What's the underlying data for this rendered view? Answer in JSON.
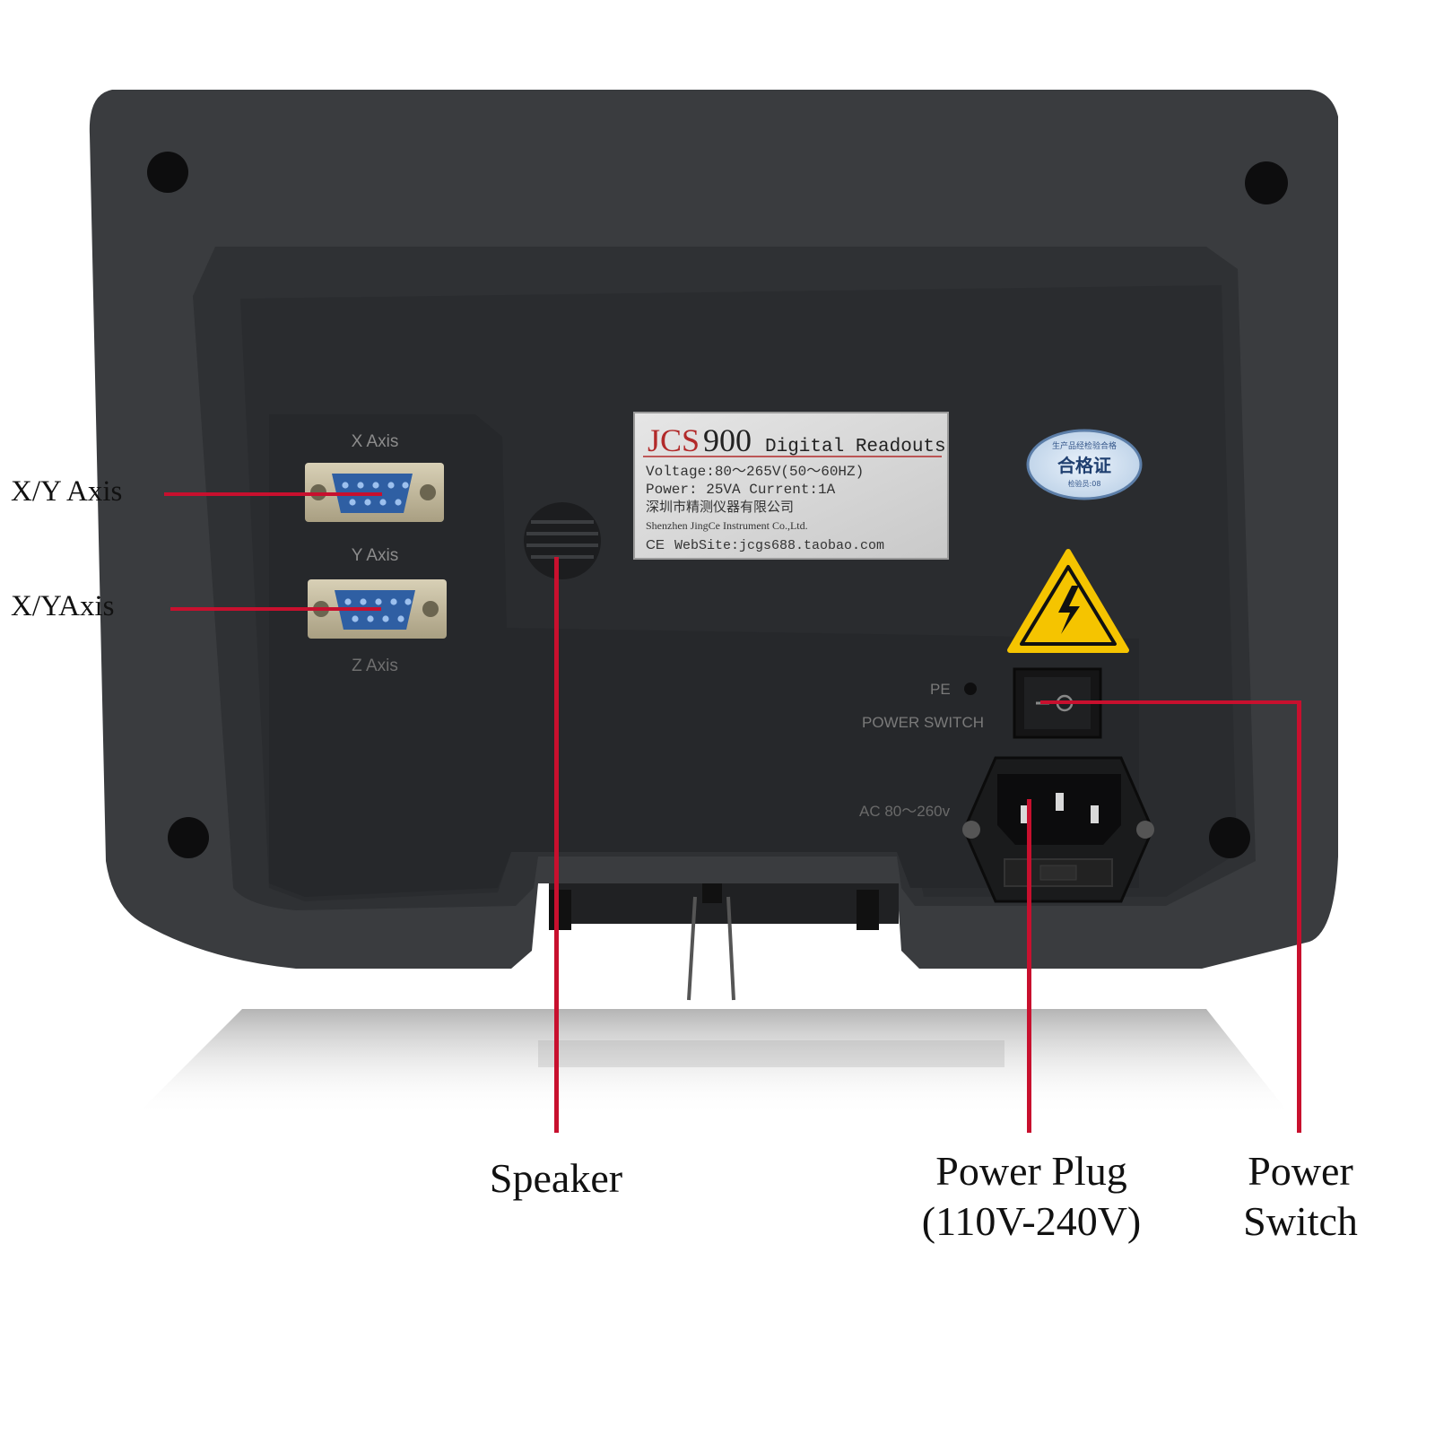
{
  "device": {
    "nameplate": {
      "model_prefix": "JCS",
      "model_number": "900",
      "product": "Digital Readouts",
      "voltage": "Voltage:80～265V(50～60HZ)",
      "power": "Power: 25VA  Current:1A",
      "company_cn": "深圳市精测仪器有限公司",
      "company_en": "Shenzhen JingCe Instrument Co.,Ltd.",
      "ce_mark": "CE",
      "website": "WebSite:jcgs688.taobao.com"
    },
    "inspection_seal": {
      "top": "生产品经检验合格",
      "main": "合格证",
      "bottom": "检验员:08"
    },
    "port_labels": {
      "x_axis": "X Axis",
      "y_axis": "Y Axis",
      "z_axis": "Z Axis"
    },
    "panel_labels": {
      "pe": "PE",
      "power_switch": "POWER SWITCH",
      "ac_input": "AC 80～260v"
    },
    "colors": {
      "housing": "#3a3c3f",
      "panel": "#2b2d30",
      "nameplate": "#d9d9d9",
      "leader": "#c8102e",
      "warning": "#f5c400"
    }
  },
  "callouts": {
    "xy_axis_1": "X/Y Axis",
    "xy_axis_2": "X/YAxis",
    "speaker": "Speaker",
    "power_plug_line1": "Power Plug",
    "power_plug_line2": "(110V-240V)",
    "power_switch_line1": "Power",
    "power_switch_line2": "Switch"
  }
}
